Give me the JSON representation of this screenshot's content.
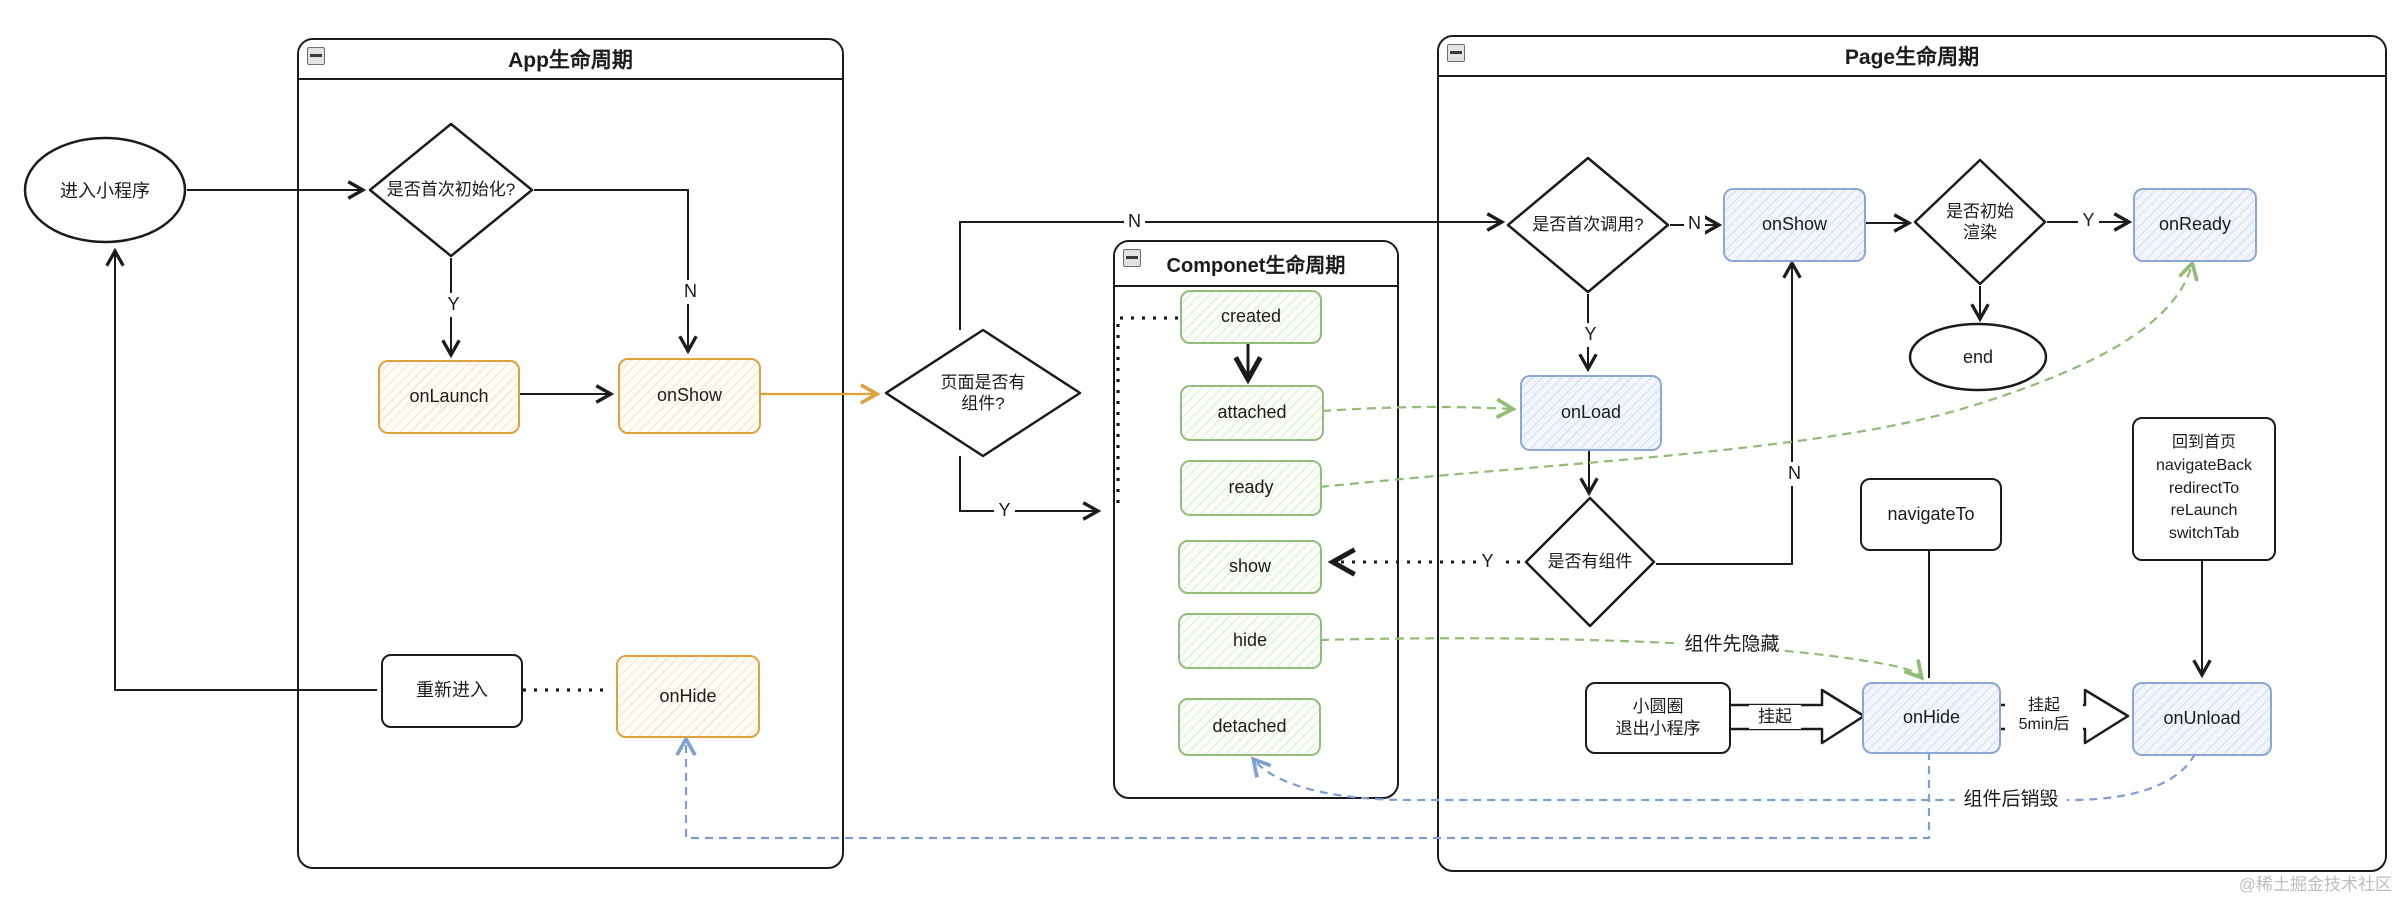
{
  "frames": {
    "app": {
      "title": "App生命周期"
    },
    "component": {
      "title": "Componet生命周期"
    },
    "page": {
      "title": "Page生命周期"
    }
  },
  "nodes": {
    "enter": "进入小程序",
    "is_first_init": "是否首次初始化?",
    "on_launch": "onLaunch",
    "app_on_show": "onShow",
    "re_enter": "重新进入",
    "app_on_hide": "onHide",
    "page_has_components": "页面是否有\n组件?",
    "created": "created",
    "attached": "attached",
    "ready": "ready",
    "show": "show",
    "hide": "hide",
    "detached": "detached",
    "is_first_call": "是否首次调用?",
    "page_on_show": "onShow",
    "is_initial_render": "是否初始\n渲染",
    "on_ready": "onReady",
    "end": "end",
    "on_load": "onLoad",
    "has_components": "是否有组件",
    "navigate_to": "navigateTo",
    "back_home": "回到首页\nnavigateBack\nredirectTo\nreLaunch\nswitchTab",
    "exit_mini_program": "小圆圈\n退出小程序",
    "page_on_hide": "onHide",
    "on_unload": "onUnload"
  },
  "labels": {
    "yes": "Y",
    "no": "N",
    "suspend": "挂起",
    "suspend_5min": "挂起\n5min后",
    "component_hide_first": "组件先隐藏",
    "component_destroy_after": "组件后销毁"
  },
  "colors": {
    "ink": "#1b1b1b",
    "accent_orange": "#dfa13c",
    "accent_blue": "#7d9ed6",
    "accent_green": "#90bc75"
  },
  "watermark": "@稀土掘金技术社区"
}
